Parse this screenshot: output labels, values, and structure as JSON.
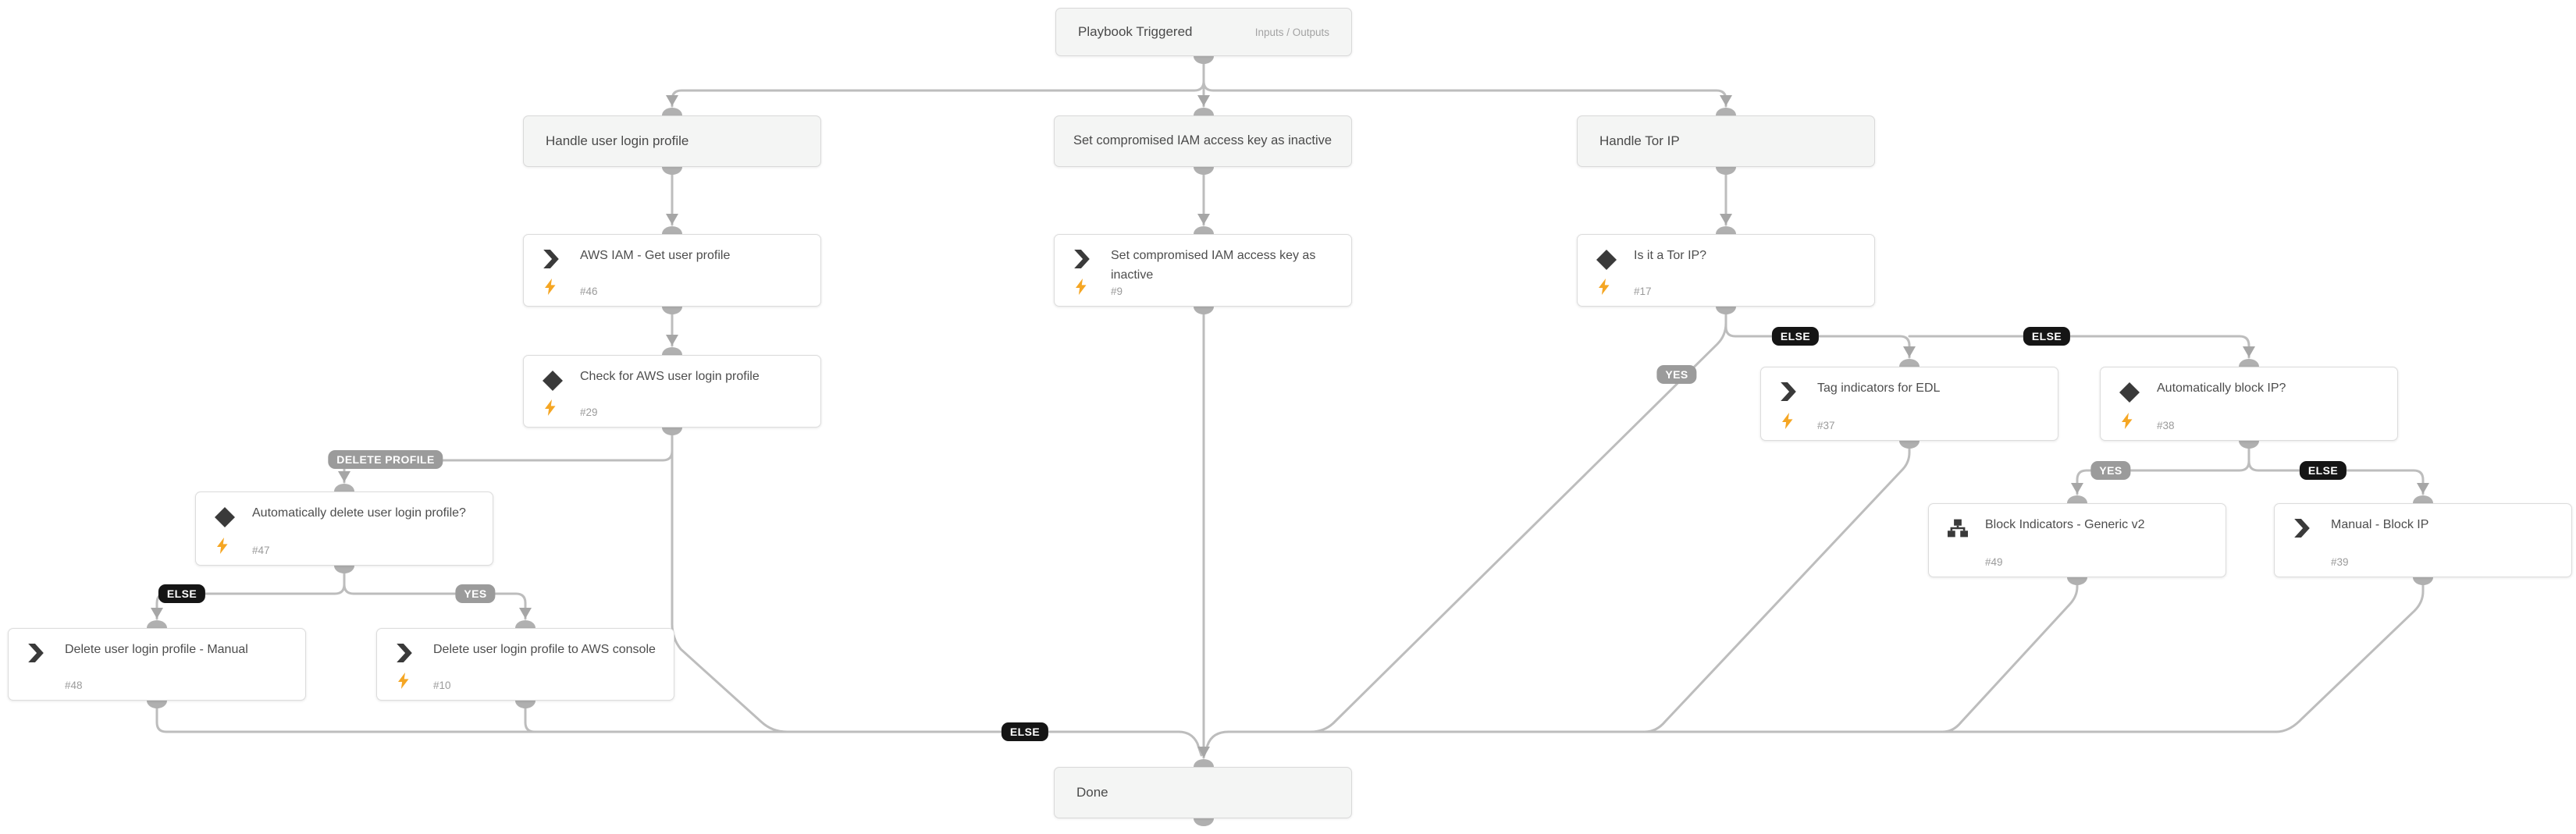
{
  "badges": {
    "else": "ELSE",
    "yes": "YES",
    "delete_profile": "DELETE PROFILE"
  },
  "nodes": {
    "playbook_triggered": {
      "title": "Playbook Triggered",
      "link": "Inputs / Outputs"
    },
    "handle_user_login_profile": {
      "title": "Handle user login profile"
    },
    "set_iam_header": {
      "title": "Set compromised IAM access key as inactive"
    },
    "handle_tor_ip": {
      "title": "Handle Tor IP"
    },
    "get_user_profile": {
      "title": "AWS IAM - Get user profile",
      "number": "#46"
    },
    "check_user_login_profile": {
      "title": "Check for AWS user login profile",
      "number": "#29"
    },
    "auto_delete_profile": {
      "title": "Automatically delete user login profile?",
      "number": "#47"
    },
    "delete_profile_manual": {
      "title": "Delete user login profile - Manual",
      "number": "#48"
    },
    "delete_profile_console": {
      "title": "Delete user login profile to AWS console",
      "number": "#10"
    },
    "set_iam_inactive": {
      "title": "Set compromised IAM access key as inactive",
      "number": "#9"
    },
    "is_tor_ip": {
      "title": "Is it a Tor IP?",
      "number": "#17"
    },
    "tag_indicators_edl": {
      "title": "Tag indicators for EDL",
      "number": "#37"
    },
    "auto_block_ip": {
      "title": "Automatically block IP?",
      "number": "#38"
    },
    "block_indicators": {
      "title": "Block Indicators - Generic v2",
      "number": "#49"
    },
    "manual_block_ip": {
      "title": "Manual - Block IP",
      "number": "#39"
    },
    "done": {
      "title": "Done"
    }
  },
  "colors": {
    "edge": "#bdbdbd",
    "port": "#b0b0b0",
    "arrow": "#a6a6a6",
    "badge_dark": "#151515",
    "badge_gray": "#9b9b9b",
    "bolt": "#f5a623",
    "icon": "#3a3a3a",
    "section_bg": "#f4f5f4",
    "task_bg": "#ffffff",
    "border": "#dcdcdc"
  }
}
